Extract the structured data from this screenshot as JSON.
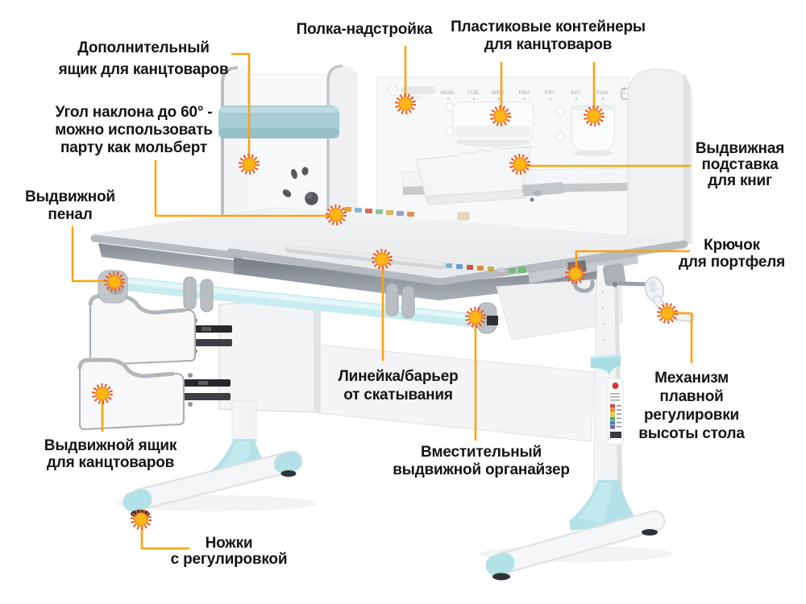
{
  "callouts": [
    {
      "name": "extra-drawer",
      "label": [
        "Дополнительный",
        "ящик для канцтоваров"
      ]
    },
    {
      "name": "top-shelf",
      "label": [
        "Полка-надстройка"
      ]
    },
    {
      "name": "plastic-containers",
      "label": [
        "Пластиковые контейнеры",
        "для канцтоваров"
      ]
    },
    {
      "name": "book-stand",
      "label": [
        "Выдвижная",
        "подставка",
        "для книг"
      ]
    },
    {
      "name": "tilt-angle",
      "label": [
        "Угол наклона до 60° -",
        "можно использовать",
        "парту как мольберт"
      ]
    },
    {
      "name": "pencil-case",
      "label": [
        "Выдвижной",
        "пенал"
      ]
    },
    {
      "name": "bag-hook",
      "label": [
        "Крючок",
        "для портфеля"
      ]
    },
    {
      "name": "height-mechanism",
      "label": [
        "Механизм",
        "плавной",
        "регулировки",
        "высоты стола"
      ]
    },
    {
      "name": "ruler-barrier",
      "label": [
        "Линейка/барьер",
        "от скатывания"
      ]
    },
    {
      "name": "organizer",
      "label": [
        "Вместительный",
        "выдвижной органайзер"
      ]
    },
    {
      "name": "drawer-unit",
      "label": [
        "Выдвижной ящик",
        "для канцтоваров"
      ]
    },
    {
      "name": "adjustable-feet",
      "label": [
        "Ножки",
        "с регулировкой"
      ]
    }
  ],
  "panel": {
    "weekdays": [
      "MON.",
      "TUE.",
      "WED.",
      "THU.",
      "FRI.",
      "SAT.",
      "SUN."
    ]
  },
  "colors": {
    "callout_line": "#FBA40E",
    "sun_core": "#FDB713",
    "sun_rays": "#F15C22",
    "mint_accent": "#C9ECF1",
    "teal_bar": "#A7CDD4",
    "feet_mint": "#B2E1E7"
  }
}
